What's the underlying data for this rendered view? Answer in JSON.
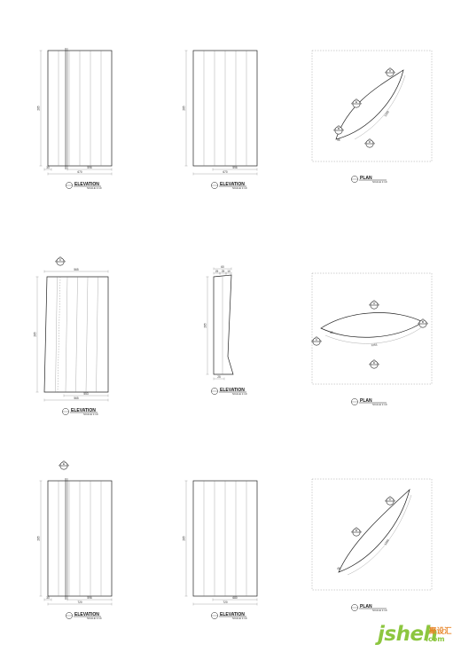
{
  "sheet": {
    "rows": [
      {
        "cells": [
          {
            "kind": "elevation",
            "title": "ELEVATION",
            "scale": "SCALE 1:10",
            "ref_top": "",
            "dims": {
              "height": "285",
              "w1": "596",
              "w2": "",
              "w3": "",
              "overall": "670",
              "left": "30",
              "right": "",
              "top": "",
              "topsub1": "",
              "topsub2": "",
              "topsub3": "",
              "bottom": ""
            }
          },
          {
            "kind": "elevation",
            "title": "ELEVATION",
            "scale": "SCALE 1:10",
            "ref_top": "",
            "dims": {
              "height": "285",
              "w1": "596",
              "w2": "",
              "w3": "",
              "overall": "670",
              "left": "",
              "right": "",
              "top": "",
              "topsub1": "",
              "topsub2": "",
              "topsub3": "",
              "bottom": ""
            }
          },
          {
            "kind": "plan",
            "title": "PLAN",
            "scale": "SCALE 1:10",
            "ref_top": "",
            "refs": [
              "8",
              "E",
              "B",
              "D"
            ],
            "dims": {
              "arc": "1280",
              "end": "95"
            }
          }
        ]
      },
      {
        "cells": [
          {
            "kind": "elevation",
            "title": "ELEVATION",
            "scale": "SCALE 1:10",
            "ref_top": "C",
            "dims": {
              "height": "285",
              "w1": "553",
              "w2": "",
              "w3": "",
              "overall": "565",
              "left": "",
              "right": "",
              "top": "565",
              "topsub1": "",
              "topsub2": "",
              "topsub3": "",
              "bottom": ""
            }
          },
          {
            "kind": "section",
            "title": "ELEVATION",
            "scale": "SCALE 1:10",
            "ref_top": "",
            "dims": {
              "height": "285",
              "w1": "",
              "w2": "",
              "w3": "",
              "overall": "",
              "left": "",
              "right": "",
              "top": "60",
              "topsub1": "25",
              "topsub2": "25",
              "topsub3": "10",
              "bottom": "25"
            }
          },
          {
            "kind": "plan",
            "title": "PLAN",
            "scale": "SCALE 1:10",
            "ref_top": "",
            "refs": [
              "A",
              "B",
              "C",
              "D"
            ],
            "dims": {
              "arc": "1255",
              "end": "30"
            }
          }
        ]
      },
      {
        "cells": [
          {
            "kind": "elevation",
            "title": "ELEVATION",
            "scale": "SCALE 1:10",
            "ref_top": "E",
            "dims": {
              "height": "285",
              "w1": "596",
              "w2": "",
              "w3": "",
              "overall": "720",
              "left": "30",
              "right": "",
              "top": "",
              "topsub1": "",
              "topsub2": "",
              "topsub3": "",
              "bottom": ""
            }
          },
          {
            "kind": "elevation",
            "title": "ELEVATION",
            "scale": "SCALE 1:10",
            "ref_top": "",
            "dims": {
              "height": "285",
              "w1": "680",
              "w2": "",
              "w3": "",
              "overall": "720",
              "left": "",
              "right": "",
              "top": "",
              "topsub1": "",
              "topsub2": "",
              "topsub3": "",
              "bottom": ""
            }
          },
          {
            "kind": "plan",
            "title": "PLAN",
            "scale": "SCALE 1:10",
            "ref_top": "",
            "refs": [
              "C",
              "D"
            ],
            "dims": {
              "arc": "1280",
              "end": "45"
            }
          }
        ]
      }
    ]
  },
  "watermark": {
    "latin": "jsheh",
    "cjk": "聚设汇",
    "domain": ".com"
  }
}
